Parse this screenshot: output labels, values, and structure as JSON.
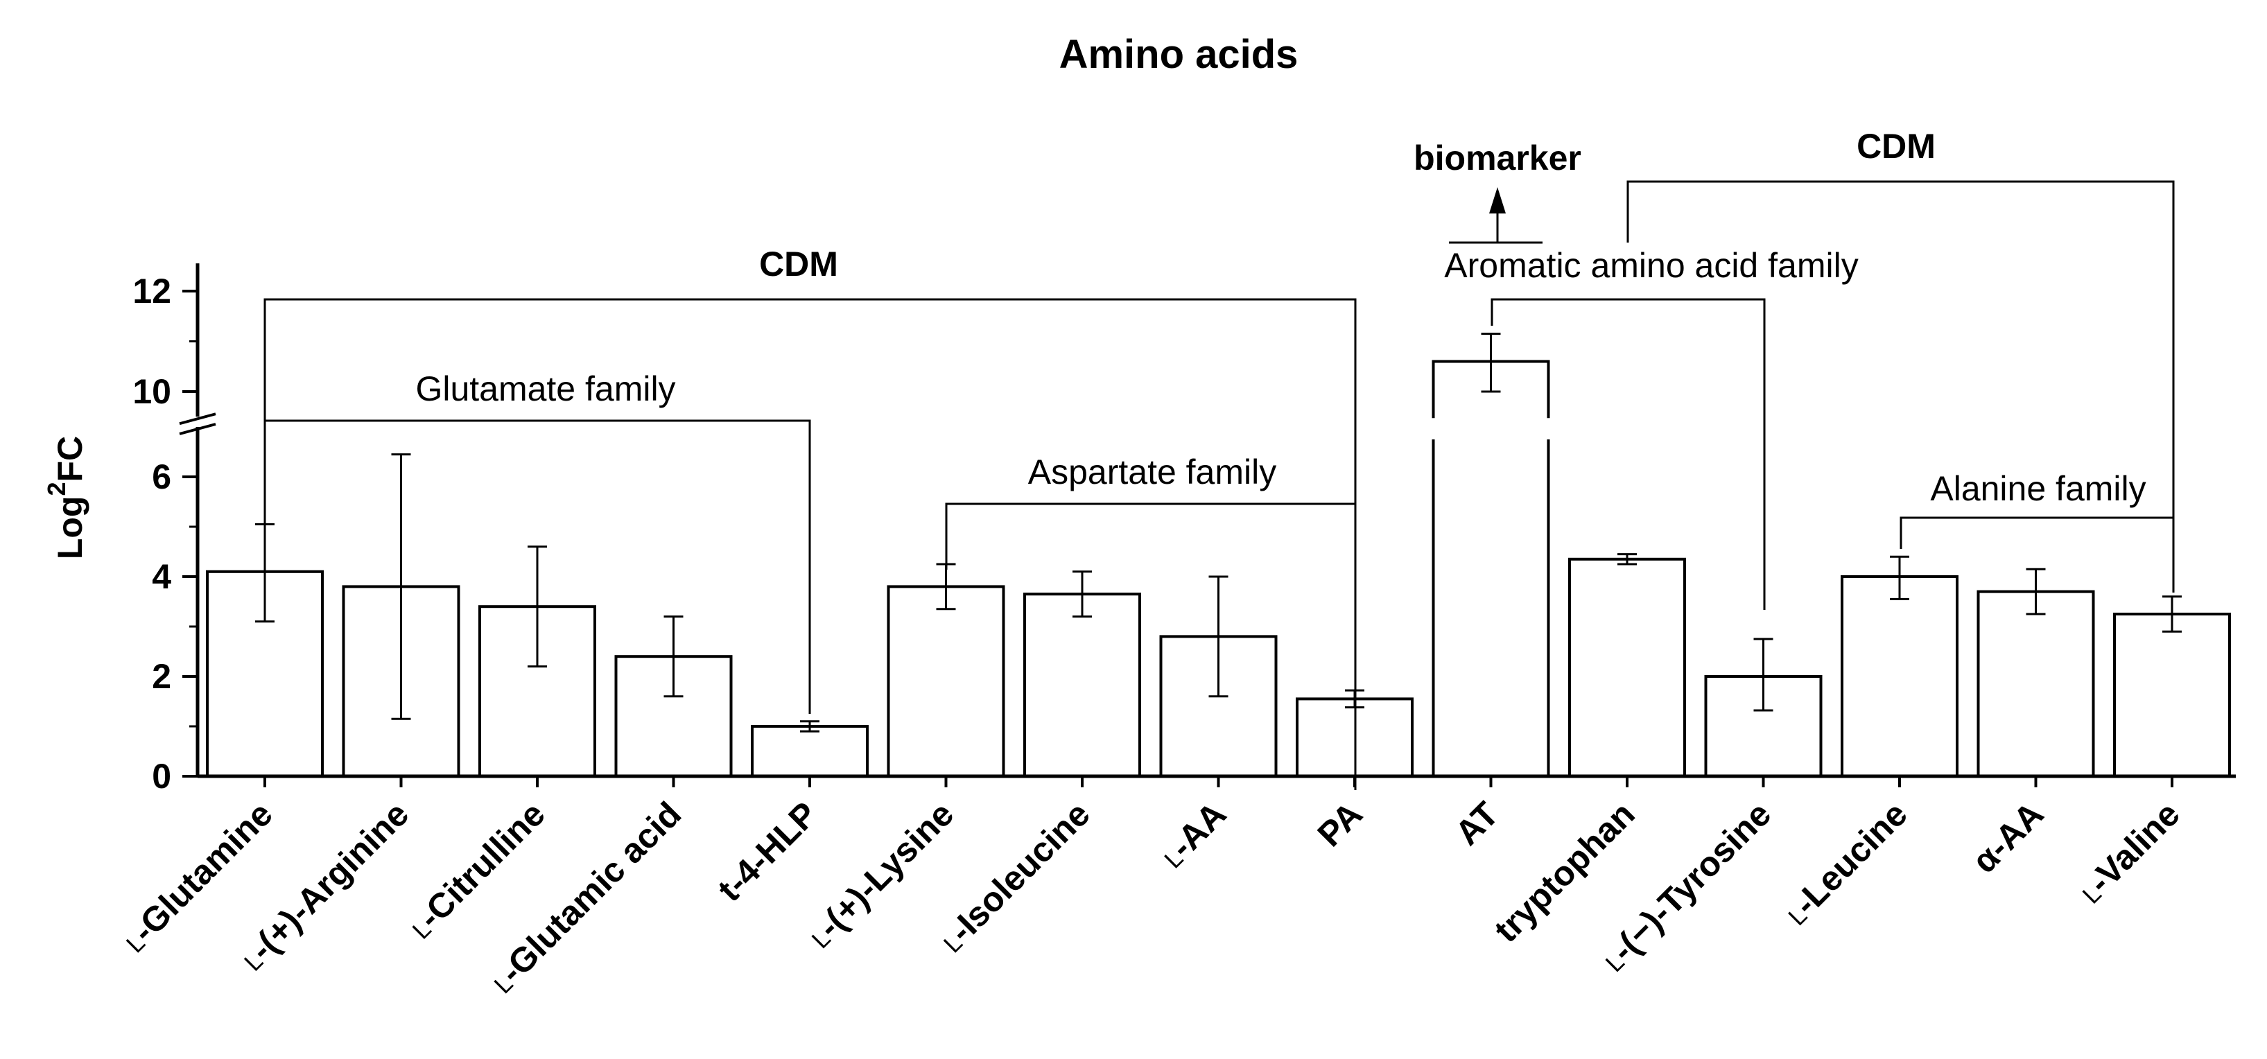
{
  "chart_data": {
    "type": "bar",
    "title": "Amino acids",
    "ylabel_base": "Log",
    "ylabel_sup": "2",
    "ylabel_rest": "FC",
    "xlabel": "",
    "y_ticks_lower": [
      0,
      2,
      4,
      6
    ],
    "y_ticks_upper": [
      10,
      12
    ],
    "y_axis_break": [
      7,
      9.5
    ],
    "categories": [
      {
        "prefix": "L",
        "name": "-Glutamine"
      },
      {
        "prefix": "L",
        "name": "-(+)-Arginine"
      },
      {
        "prefix": "L",
        "name": "-Citrulline"
      },
      {
        "prefix": "L",
        "name": "-Glutamic acid"
      },
      {
        "prefix": "",
        "name": "t-4-HLP"
      },
      {
        "prefix": "L",
        "name": "-(+)-Lysine"
      },
      {
        "prefix": "L",
        "name": "-Isoleucine"
      },
      {
        "prefix": "L",
        "name": "-AA"
      },
      {
        "prefix": "",
        "name": "PA"
      },
      {
        "prefix": "",
        "name": "AT"
      },
      {
        "prefix": "",
        "name": "tryptophan"
      },
      {
        "prefix": "L",
        "name": "-(−)-Tyrosine"
      },
      {
        "prefix": "L",
        "name": "-Leucine"
      },
      {
        "prefix": "",
        "name": "α-AA"
      },
      {
        "prefix": "L",
        "name": "-Valine"
      }
    ],
    "values": [
      4.1,
      3.8,
      3.4,
      2.4,
      1.0,
      3.8,
      3.65,
      2.8,
      1.55,
      10.6,
      4.35,
      2.0,
      4.0,
      3.7,
      3.25
    ],
    "error_low": [
      3.1,
      1.15,
      2.2,
      1.6,
      0.9,
      3.35,
      3.2,
      1.6,
      1.38,
      10.0,
      4.25,
      1.32,
      3.55,
      3.25,
      2.9
    ],
    "error_high": [
      5.05,
      6.45,
      4.6,
      3.2,
      1.1,
      4.25,
      4.1,
      4.0,
      1.72,
      11.15,
      4.45,
      2.75,
      4.4,
      4.15,
      3.6
    ],
    "annotations": {
      "cdm_left": "CDM",
      "glutamate": "Glutamate family",
      "aspartate": "Aspartate family",
      "biomarker": "biomarker",
      "aromatic": "Aromatic amino acid family",
      "cdm_right": "CDM",
      "alanine": "Alanine family"
    }
  }
}
